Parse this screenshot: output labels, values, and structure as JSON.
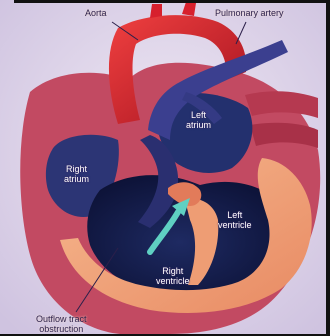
{
  "labels": {
    "aorta": "Aorta",
    "pulmonary_artery": "Pulmonary artery",
    "left_atrium_line1": "Left",
    "left_atrium_line2": "atrium",
    "right_atrium_line1": "Right",
    "right_atrium_line2": "atrium",
    "left_ventricle_line1": "Left",
    "left_ventricle_line2": "ventricle",
    "right_ventricle_line1": "Right",
    "right_ventricle_line2": "ventricle",
    "outflow_line1": "Outflow tract",
    "outflow_line2": "obstruction"
  },
  "colors": {
    "background": "#dcd3e8",
    "outer_muscle": "#c04a62",
    "aorta": "#d7202d",
    "pulmonary": "#3b3f8f",
    "chamber_dark": "#141a45",
    "septum": "#f1a27a",
    "flow_arrow": "#5fd0c2"
  }
}
